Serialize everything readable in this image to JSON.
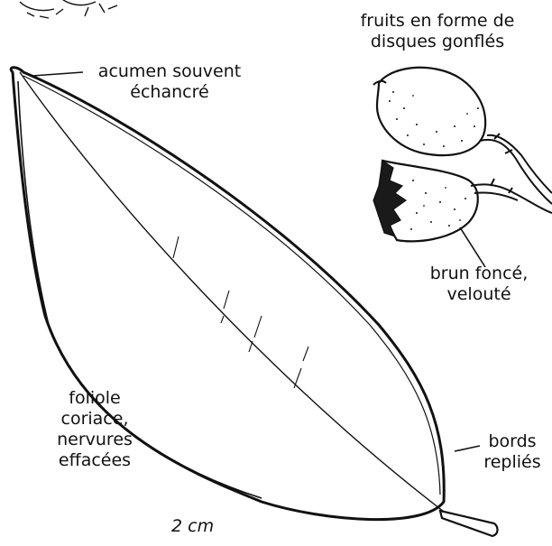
{
  "labels": {
    "acumen_line1": "acumen souvent",
    "acumen_line2": "échancré",
    "fruits_line1": "fruits en forme de",
    "fruits_line2": "disques gonflés",
    "brun_line1": "brun foncé,",
    "brun_line2": "velouté",
    "foliole_line1": "foliole",
    "foliole_line2": "coriace,",
    "foliole_line3": "nervures",
    "foliole_line4": "effacées",
    "bords_line1": "bords",
    "bords_line2": "repliés"
  },
  "scale_label": "2 cm",
  "colors": {
    "ink": "#111111",
    "background": "#ffffff"
  }
}
